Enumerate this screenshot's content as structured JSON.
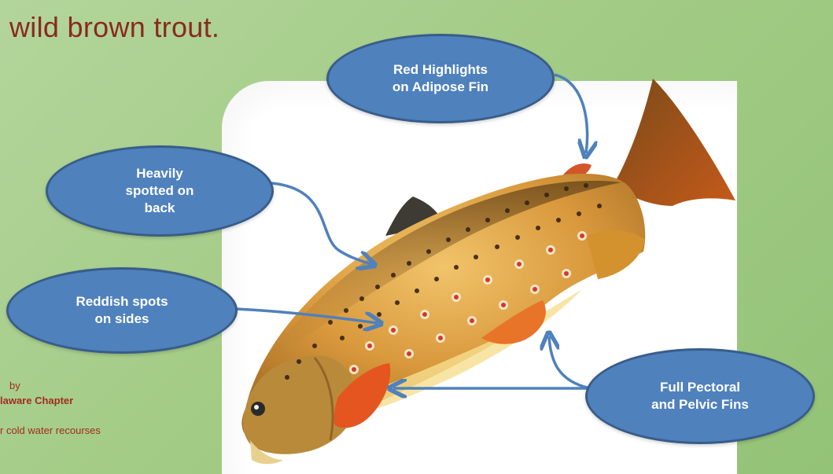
{
  "title": "wild brown trout.",
  "credits": {
    "by": "by",
    "chapter": "laware Chapter",
    "mission": "r cold water recourses"
  },
  "callouts": [
    {
      "id": "adipose",
      "line1": "Red Highlights",
      "line2": "on Adipose Fin"
    },
    {
      "id": "back",
      "line1": "Heavily",
      "line2": "spotted on",
      "line3": "back"
    },
    {
      "id": "sides",
      "line1": "Reddish spots",
      "line2": "on sides"
    },
    {
      "id": "fins",
      "line1": "Full Pectoral",
      "line2": "and Pelvic Fins"
    }
  ],
  "colors": {
    "callout_fill": "#4f81bd",
    "callout_border": "#385d8a",
    "arrow": "#4f81bd",
    "title_text": "#8a2a1e",
    "background": "#a3cc86"
  }
}
